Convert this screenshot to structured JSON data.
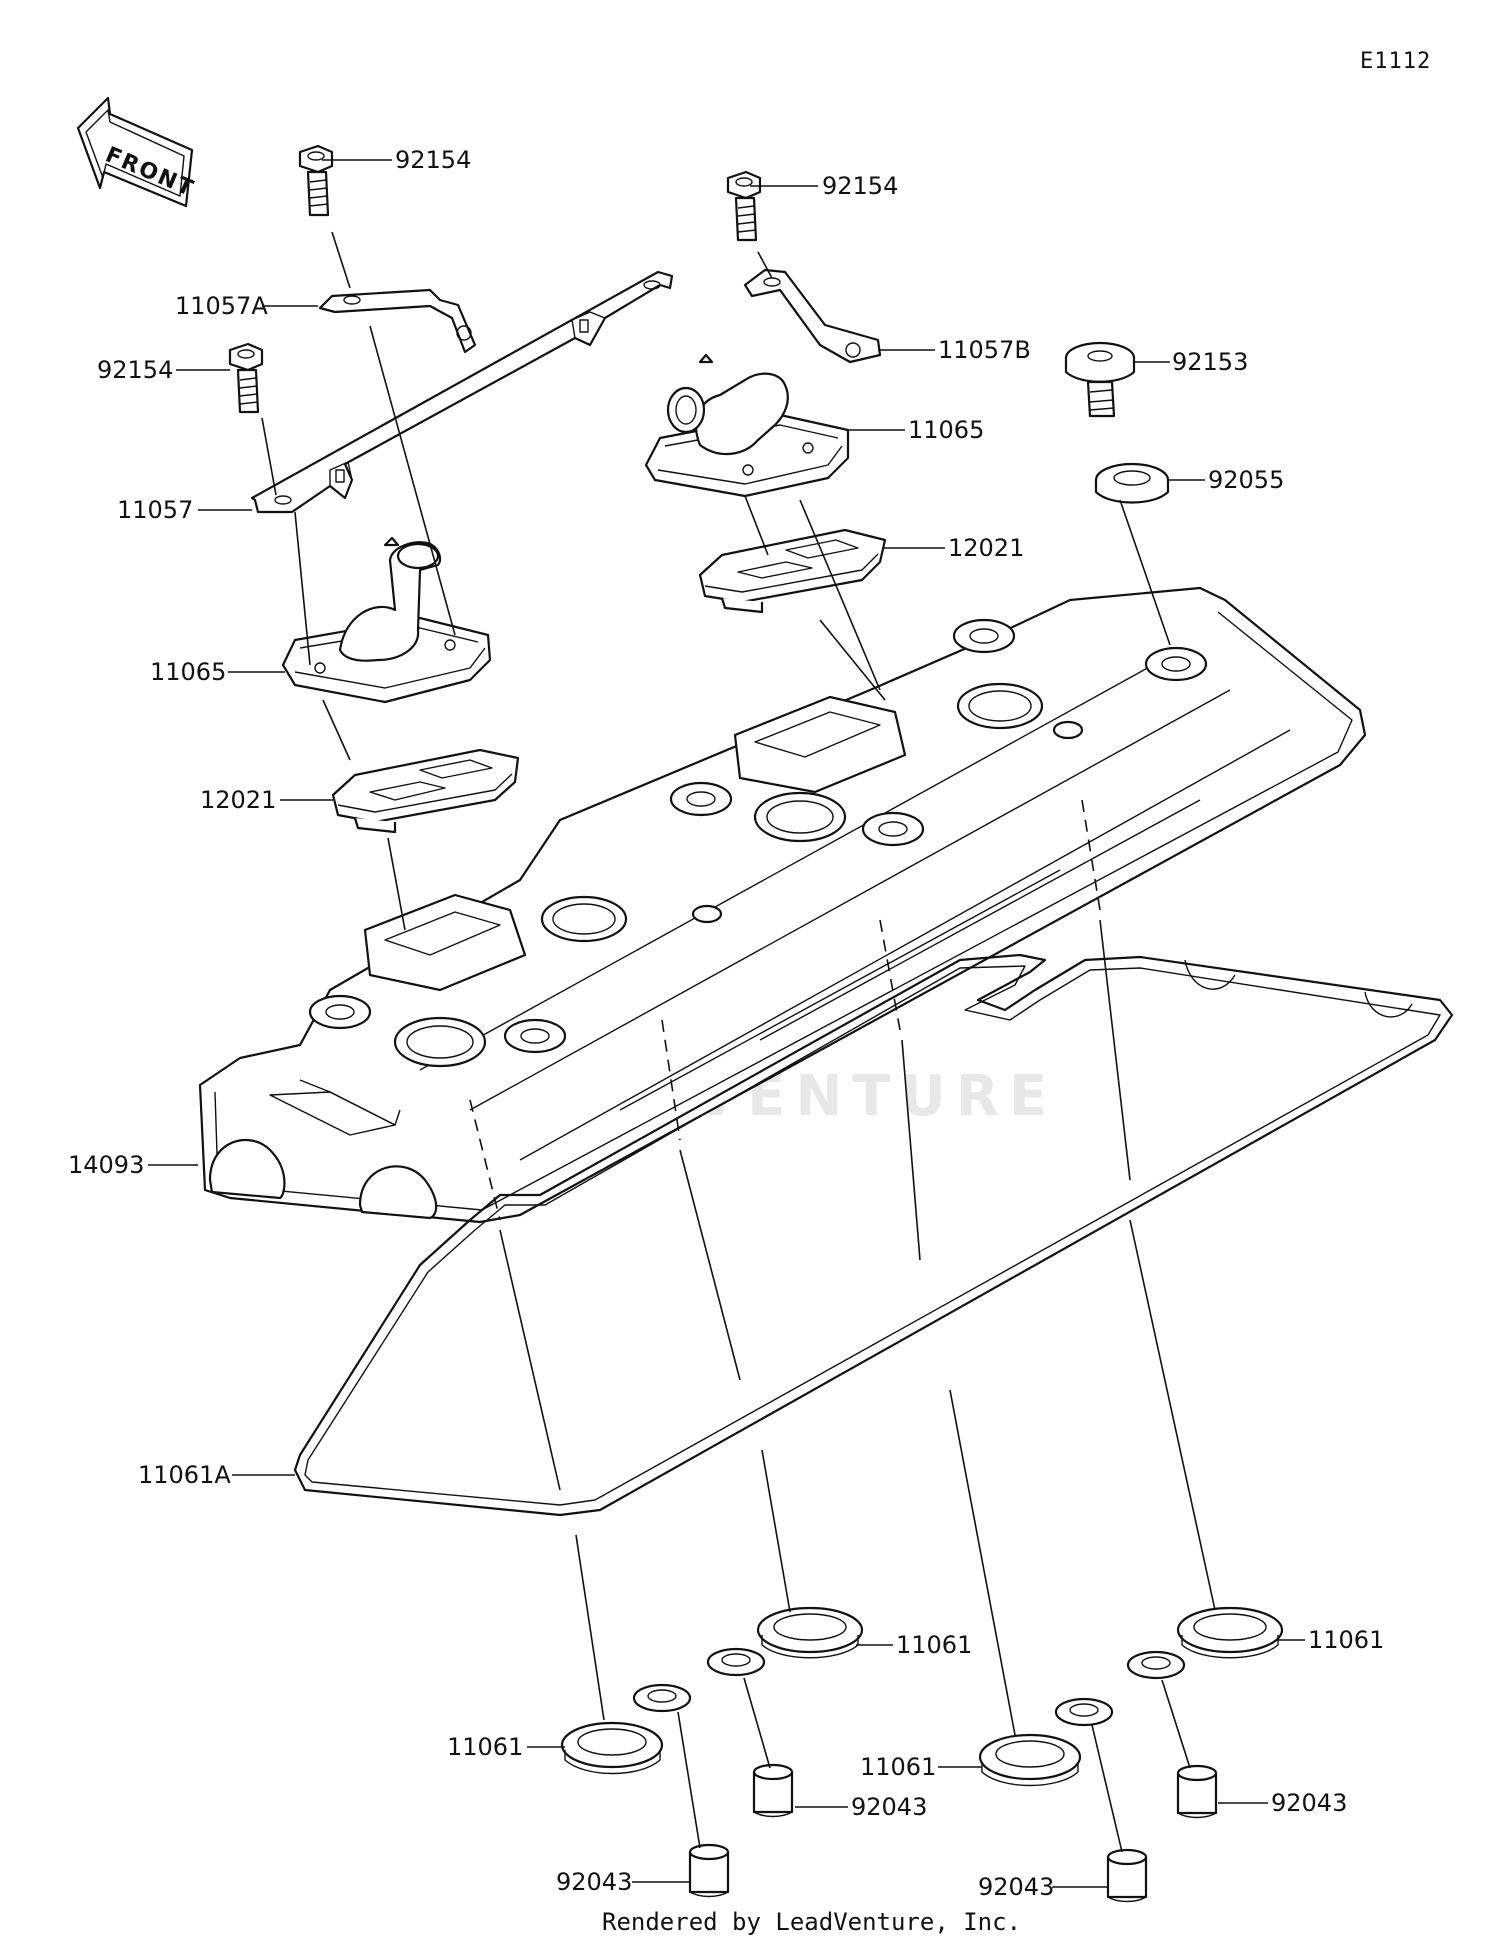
{
  "diagram": {
    "code": "E1112",
    "front_label": "FRONT",
    "watermark": "LEADVENTURE",
    "footer": "Rendered by LeadVenture, Inc."
  },
  "callouts": {
    "bolt_a": "92154",
    "bolt_b": "92154",
    "bolt_c": "92154",
    "bracket_a": "11057A",
    "bracket_b": "11057B",
    "bracket_main": "11057",
    "breather_left": "11065",
    "breather_right": "11065",
    "gasket_left": "12021",
    "gasket_right": "12021",
    "bolt_special": "92153",
    "washer": "92055",
    "cover": "14093",
    "gasket_cover": "11061A",
    "seal_1": "11061",
    "seal_2": "11061",
    "seal_3": "11061",
    "seal_4": "11061",
    "collar_1": "92043",
    "collar_2": "92043",
    "collar_3": "92043",
    "collar_4": "92043"
  }
}
